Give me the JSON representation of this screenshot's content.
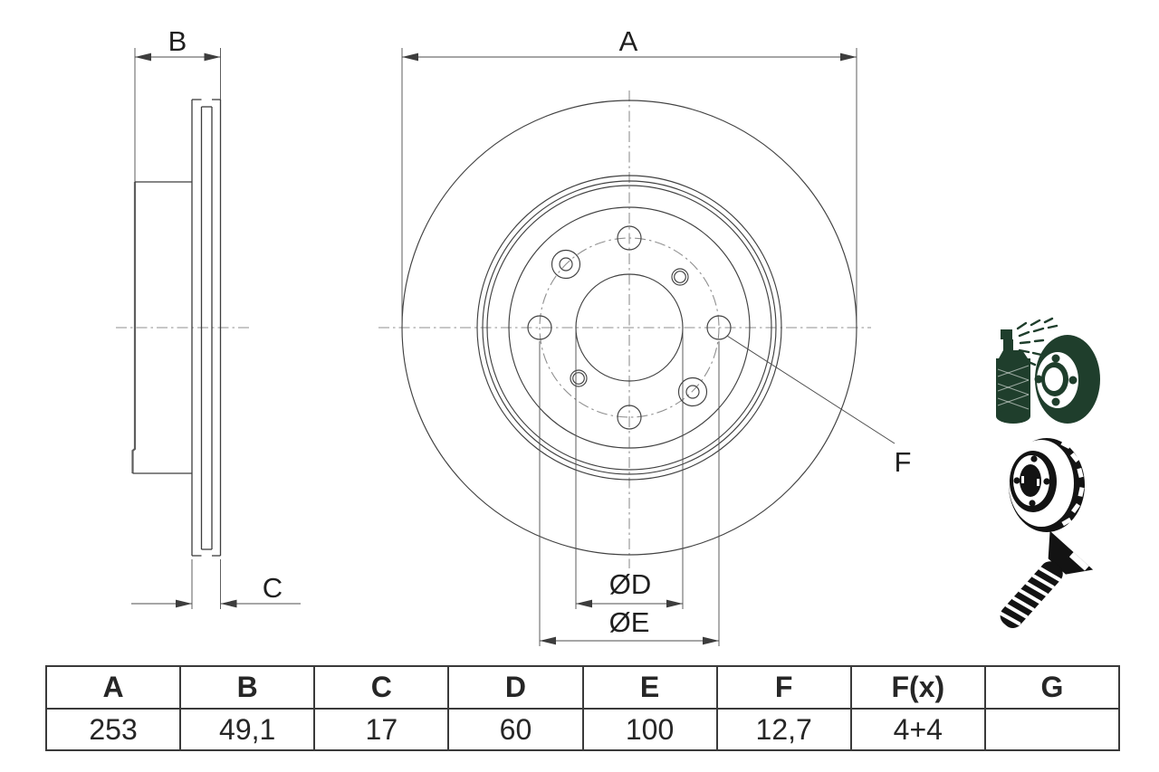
{
  "drawing": {
    "title": "brake-disc-technical-drawing",
    "labels": {
      "A": "A",
      "B": "B",
      "C": "C",
      "F": "F",
      "dD": "ØD",
      "dE": "ØE"
    }
  },
  "table": {
    "headers": [
      "A",
      "B",
      "C",
      "D",
      "E",
      "F",
      "F(x)",
      "G"
    ],
    "values": [
      "253",
      "49,1",
      "17",
      "60",
      "100",
      "12,7",
      "4+4",
      ""
    ]
  },
  "icons": [
    {
      "name": "spray-can-coating-icon",
      "color": "#1f3e2c"
    },
    {
      "name": "coated-brake-disc-icon",
      "color": "#131313"
    },
    {
      "name": "countersunk-screw-icon",
      "color": "#131313"
    }
  ],
  "colors": {
    "background": "#ffffff",
    "outline": "#3d3d3d",
    "dimension_lines": "#4c4c4c",
    "centerline": "#8f8f8f",
    "table_border": "#3a3a3a",
    "text": "#1f1f1f",
    "icon_green": "#1f3e2c",
    "icon_black": "#131313"
  }
}
